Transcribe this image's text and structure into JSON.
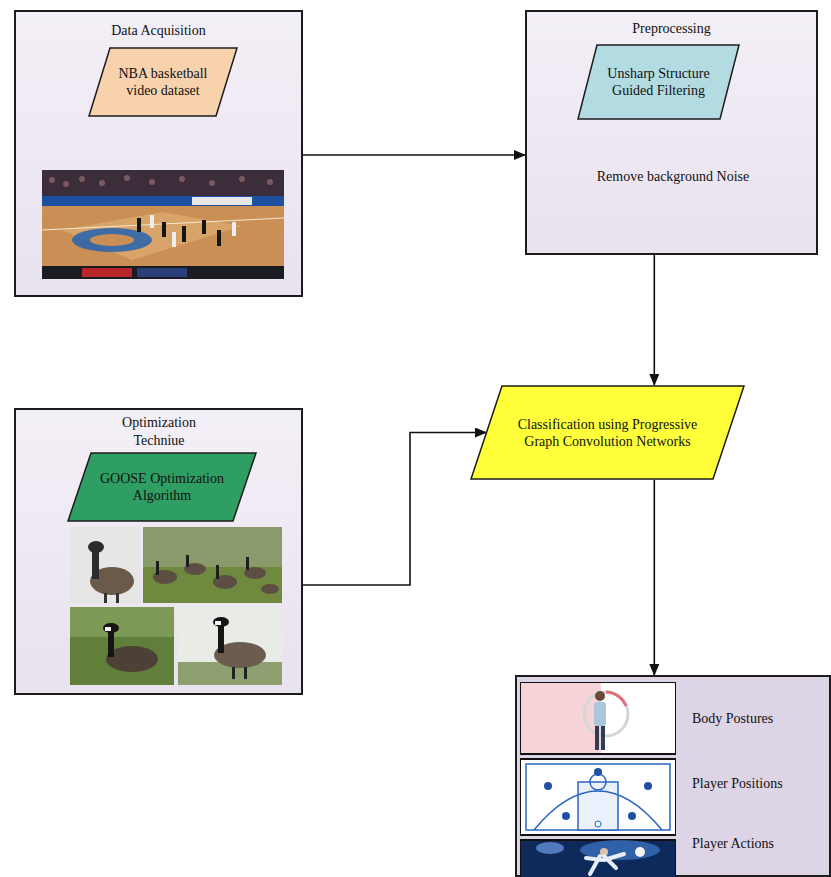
{
  "diagram": {
    "nodes": [
      {
        "text": [
          "Data Acquisition"
        ]
      },
      {
        "text": [
          "NBA basketball video dataset"
        ],
        "in": 0
      },
      {
        "text": [
          "Preprocessing",
          "Remove background Noise"
        ]
      },
      {
        "text": [
          "Unsharp Structure Guided Filtering"
        ],
        "in": 2
      },
      {
        "text": [
          "Optimization Techniue"
        ]
      },
      {
        "text": [
          "GOOSE Optimization Algorithm"
        ],
        "in": 4
      },
      {
        "text": [
          "Classification using Progressive Graph Convolution Networks"
        ]
      },
      {
        "text": [
          "Body Postures",
          "Player Positions",
          "Player Actions"
        ]
      }
    ],
    "edges": [
      {
        "from": 0,
        "to": 2,
        "arrow": "to"
      },
      {
        "from": 2,
        "to": 6,
        "arrow": "to"
      },
      {
        "from": 4,
        "to": 6,
        "arrow": "to"
      },
      {
        "from": 6,
        "to": 7,
        "arrow": "to"
      }
    ]
  }
}
